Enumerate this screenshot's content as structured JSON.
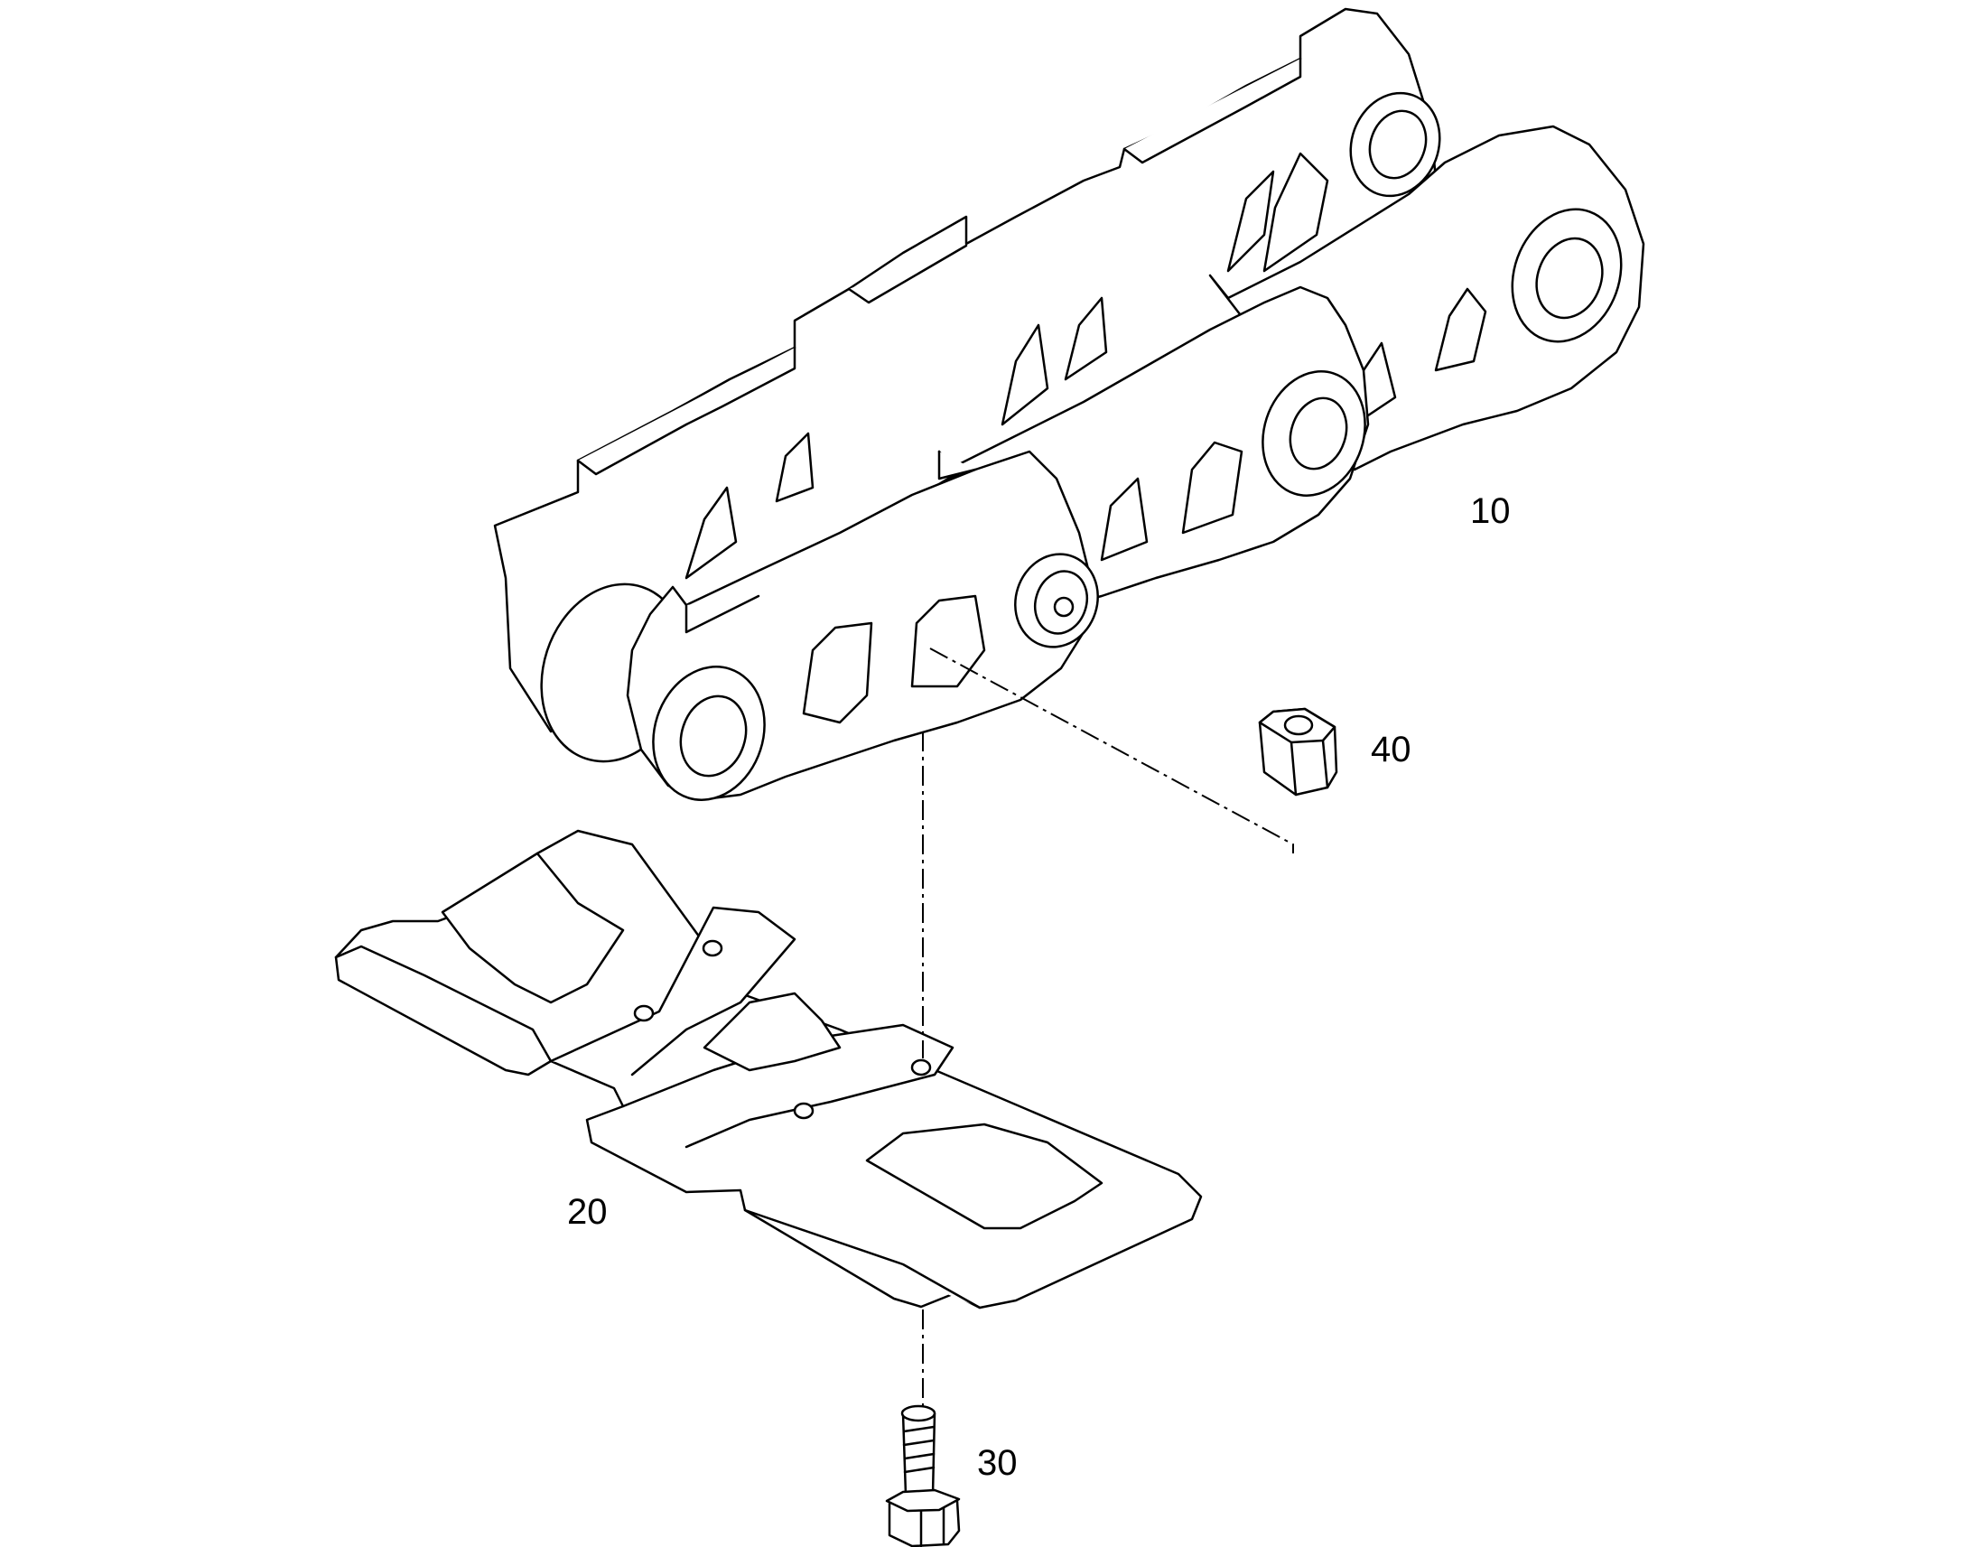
{
  "callouts": {
    "c10": "10",
    "c20": "20",
    "c30": "30",
    "c40": "40"
  },
  "colors": {
    "line": "#000000",
    "background": "#ffffff"
  }
}
